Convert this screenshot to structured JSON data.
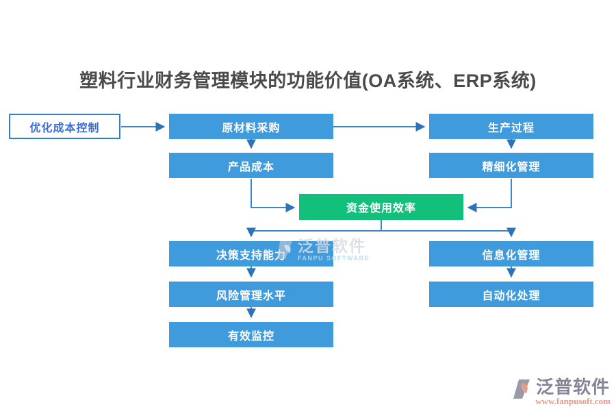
{
  "title": "塑料行业财务管理模块的功能价值(OA系统、ERP系统)",
  "nodes": {
    "optimize_cost": {
      "label": "优化成本控制"
    },
    "raw_material": {
      "label": "原材料采购"
    },
    "production": {
      "label": "生产过程"
    },
    "product_cost": {
      "label": "产品成本"
    },
    "fine_mgmt": {
      "label": "精细化管理"
    },
    "fund_efficiency": {
      "label": "资金使用效率"
    },
    "decision_support": {
      "label": "决策支持能力"
    },
    "info_mgmt": {
      "label": "信息化管理"
    },
    "risk_mgmt": {
      "label": "风险管理水平"
    },
    "auto_process": {
      "label": "自动化处理"
    },
    "monitoring": {
      "label": "有效监控"
    }
  },
  "watermark": {
    "text": "泛普软件",
    "subtext": "FANPU SOFTWARE"
  },
  "footer_logo": {
    "text": "泛普软件",
    "url": "www.fanpusoft.com"
  },
  "colors": {
    "box_blue": "#3f9bdc",
    "box_green": "#12c07c",
    "arrow_blue": "#3c87cc",
    "outline_border": "#2e82c5",
    "outline_text": "#3a6cd4",
    "title_text": "#4a4a4d",
    "footer_cn": "#83849a",
    "footer_url": "#e29d8c"
  }
}
